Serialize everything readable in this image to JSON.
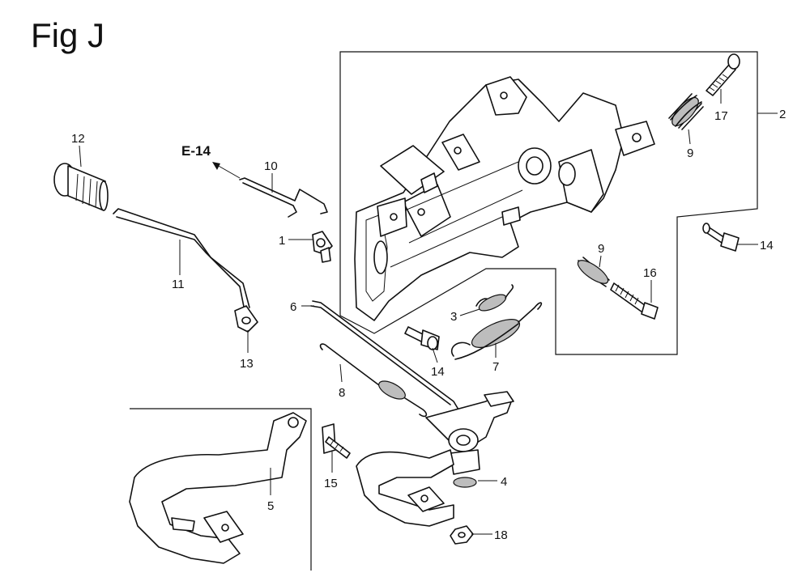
{
  "figure": {
    "title": "Fig J",
    "reference": "E-14"
  },
  "callouts": [
    {
      "id": "c1",
      "label": "1"
    },
    {
      "id": "c2",
      "label": "2"
    },
    {
      "id": "c3",
      "label": "3"
    },
    {
      "id": "c4",
      "label": "4"
    },
    {
      "id": "c5",
      "label": "5"
    },
    {
      "id": "c6",
      "label": "6"
    },
    {
      "id": "c7",
      "label": "7"
    },
    {
      "id": "c8",
      "label": "8"
    },
    {
      "id": "c9a",
      "label": "9"
    },
    {
      "id": "c9b",
      "label": "9"
    },
    {
      "id": "c10",
      "label": "10"
    },
    {
      "id": "c11",
      "label": "11"
    },
    {
      "id": "c12",
      "label": "12"
    },
    {
      "id": "c13",
      "label": "13"
    },
    {
      "id": "c14a",
      "label": "14"
    },
    {
      "id": "c14b",
      "label": "14"
    },
    {
      "id": "c15",
      "label": "15"
    },
    {
      "id": "c16",
      "label": "16"
    },
    {
      "id": "c17",
      "label": "17"
    },
    {
      "id": "c18",
      "label": "18"
    }
  ],
  "colors": {
    "ink": "#111111",
    "background": "#ffffff",
    "shade": "#bdbdbd"
  }
}
